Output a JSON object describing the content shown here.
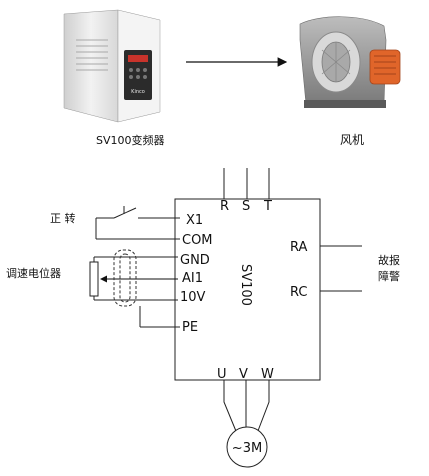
{
  "photos": {
    "inverter": {
      "caption": "SV100变频器",
      "brand_text": "Kinco",
      "icon": "inverter-photo"
    },
    "fan": {
      "caption": "风机",
      "icon": "centrifugal-fan-photo"
    }
  },
  "drive": {
    "model": "SV100",
    "supply_terminals": [
      "R",
      "S",
      "T"
    ],
    "input_terminals": [
      "X1",
      "COM",
      "GND",
      "AI1",
      "10V",
      "PE"
    ],
    "relay_terminals": [
      "RA",
      "RC"
    ],
    "output_terminals": [
      "U",
      "V",
      "W"
    ]
  },
  "external": {
    "forward_switch": "正 转",
    "potentiometer": "调速电位器",
    "fault_alarm_line1": "故报",
    "fault_alarm_line2": "障警",
    "motor": "~3M"
  },
  "colors": {
    "wire": "#222222",
    "fan_accent": "#e0652a",
    "inverter_body": "#e6e6e6",
    "inverter_panel": "#2b2b2b"
  }
}
